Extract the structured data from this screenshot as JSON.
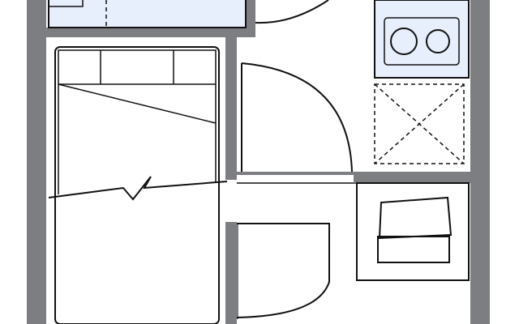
{
  "plan": {
    "colors": {
      "wall": "#7d7e82",
      "fixture": "#e7eefc",
      "line": "#111111",
      "background": "#ffffff"
    },
    "rooms": [
      "closet-with-storage",
      "bed-area",
      "entry-hall",
      "kitchen",
      "washer-space"
    ],
    "fixtures": [
      "bed-with-pillows",
      "two-burner-stove",
      "washing-machine-pan",
      "sink-counter"
    ]
  }
}
